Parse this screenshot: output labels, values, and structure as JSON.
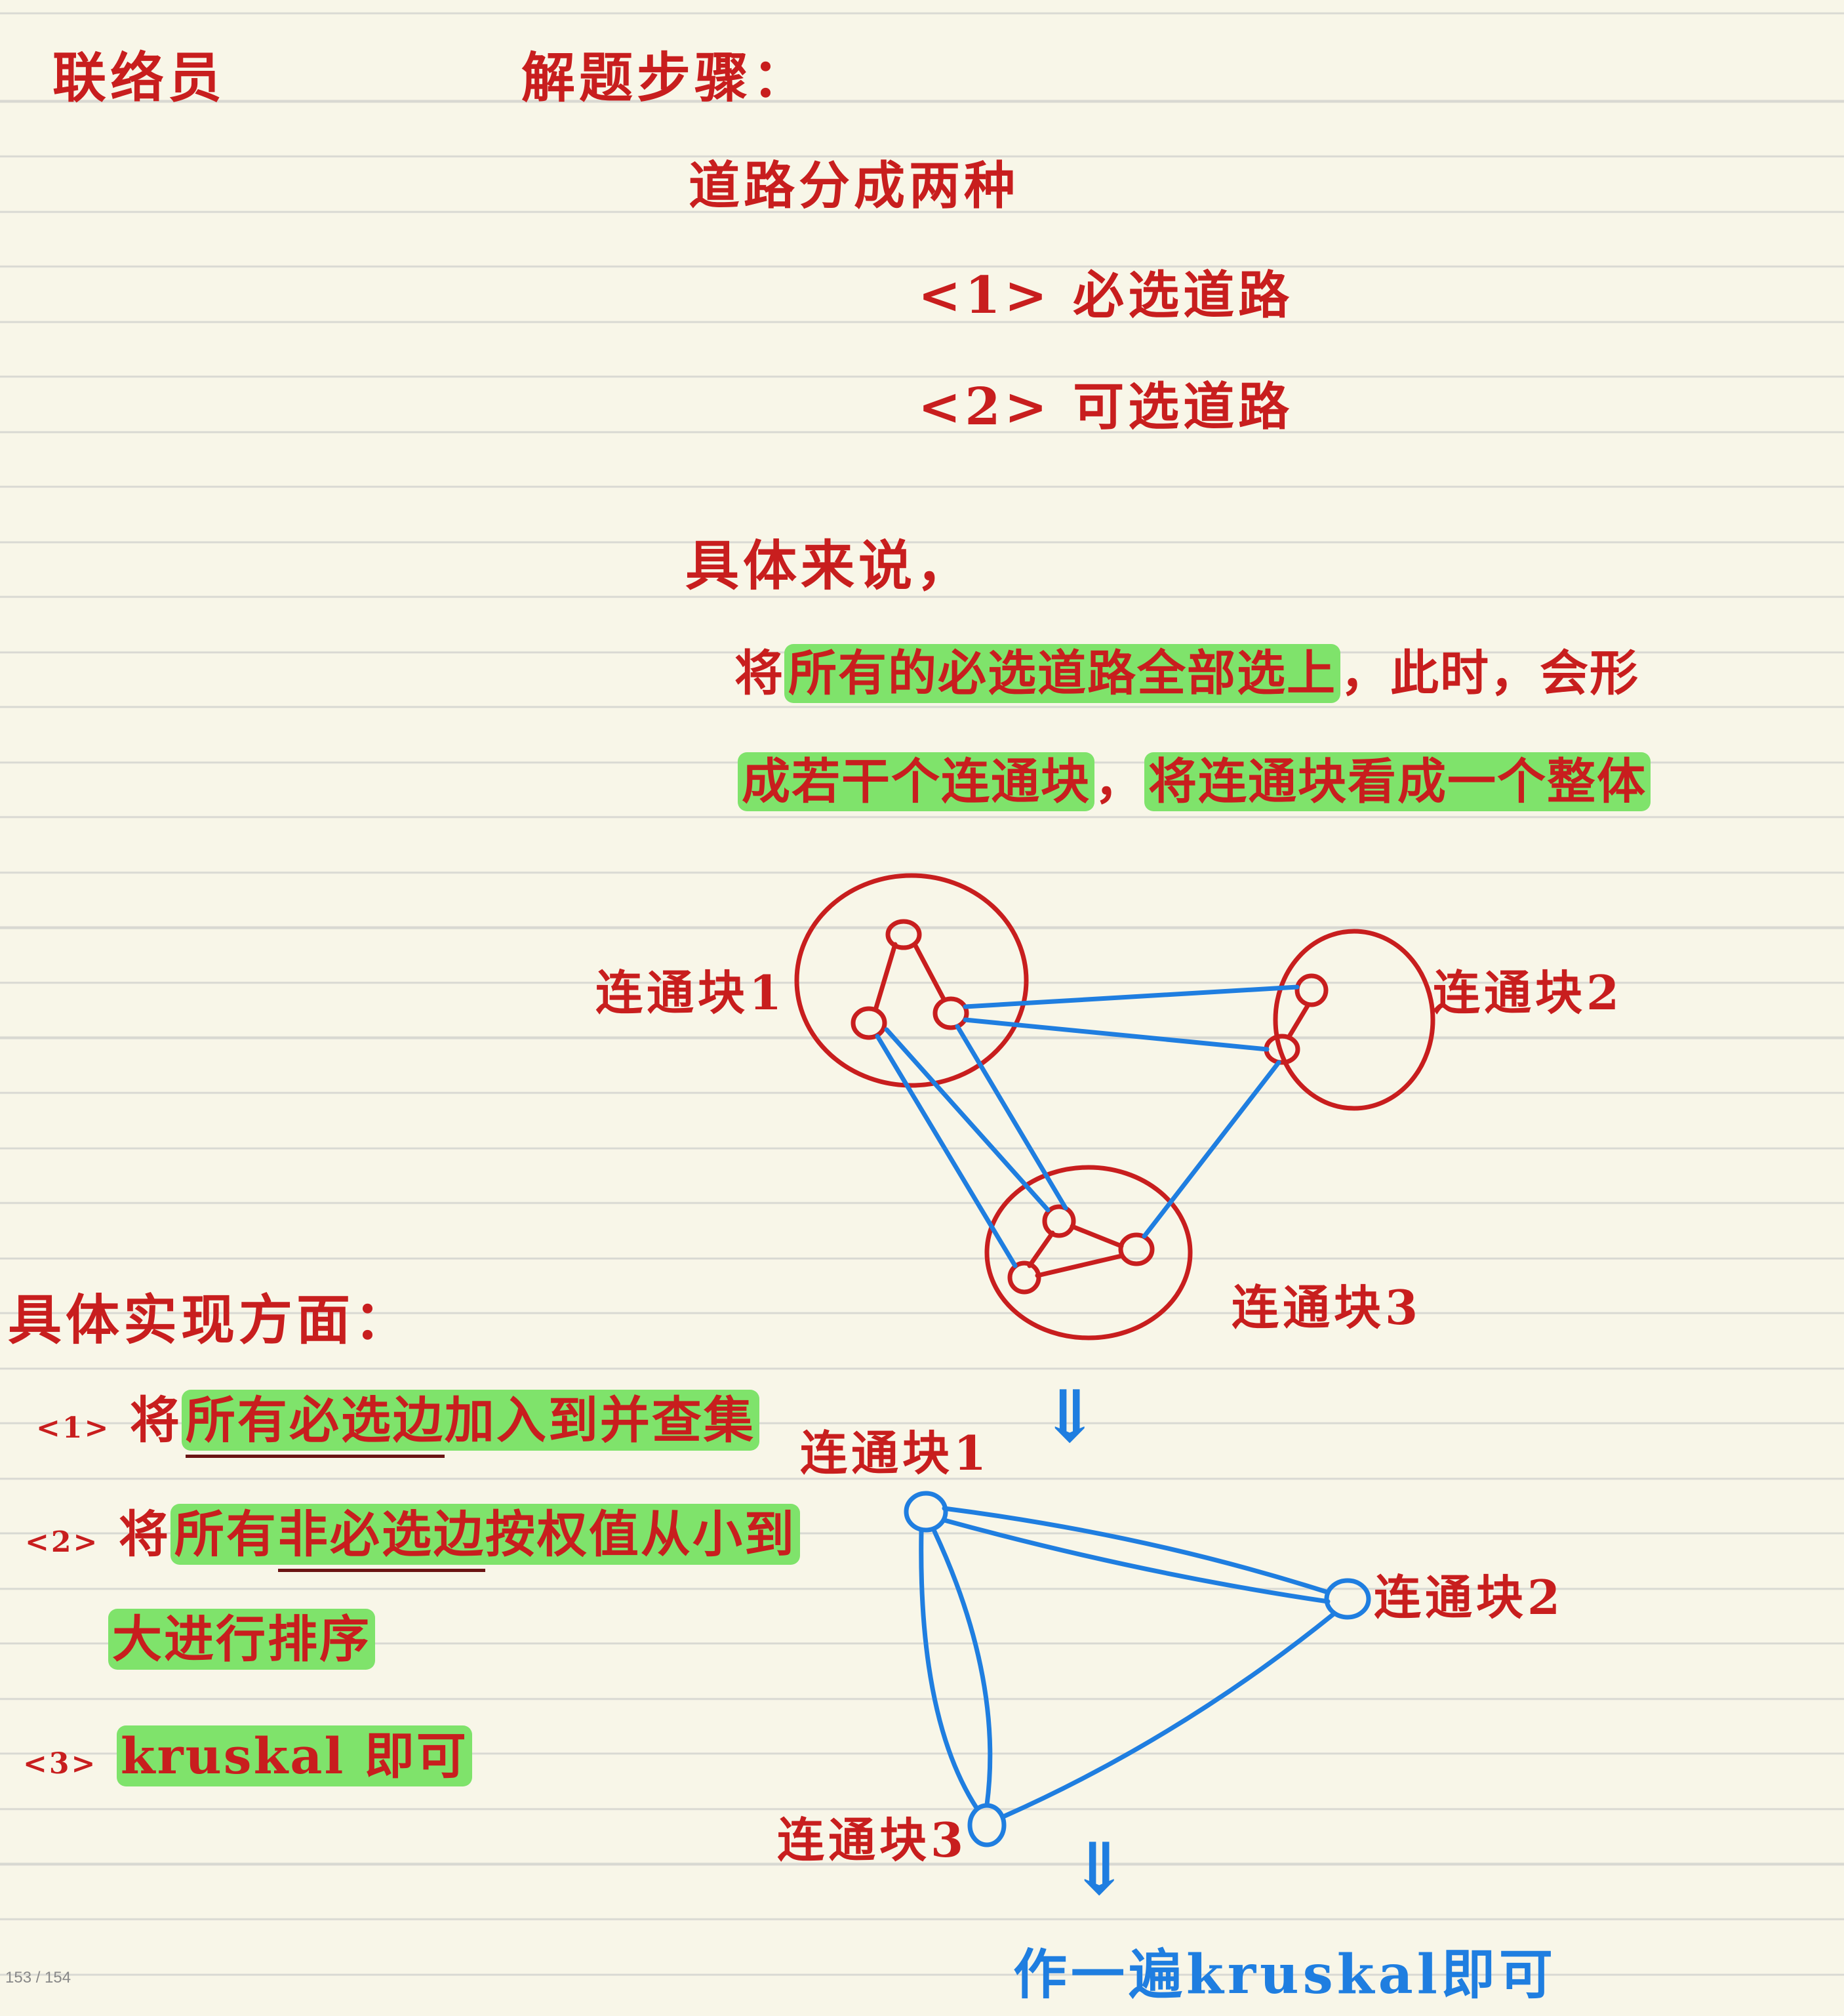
{
  "title": "联络员",
  "steps_heading": "解题步骤：",
  "roads": {
    "intro": "道路分成两种",
    "type1": "<1> 必选道路",
    "type2": "<2> 可选道路"
  },
  "explanation": {
    "intro": "具体来说，",
    "line1_prefix": "将",
    "line1_hl": "所有的必选道路全部选上",
    "line1_suffix": "，此时，会形",
    "line2_hl1": "成若干个连通块",
    "line2_sep": "，",
    "line2_hl2": "将连通块看成一个整体"
  },
  "diagram": {
    "block1_label": "连通块1",
    "block2_label": "连通块2",
    "block3_label": "连通块3",
    "block1_label_b": "连通块1",
    "block2_label_b": "连通块2",
    "block3_label_b": "连通块3",
    "arrow1": "⇓",
    "arrow2": "⇓",
    "conclusion": "作一遍kruskal即可"
  },
  "implementation": {
    "heading": "具体实现方面：",
    "step1_num": "<1>",
    "step1_prefix": "将",
    "step1_ul": "所有必选边",
    "step1_rest": "加入到并查集",
    "step2_num": "<2>",
    "step2_prefix": "将",
    "step2_a": "所有",
    "step2_ul": "非必选边",
    "step2_rest": "按权值从小到",
    "step2_cont": "大进行排序",
    "step3_num": "<3>",
    "step3_text": "kruskal 即可"
  },
  "page_number": "153 / 154",
  "colors": {
    "ink_red": "#c81e1e",
    "ink_blue": "#1f7ee0",
    "highlight": "#7fe36b",
    "underline": "#6b1414"
  }
}
